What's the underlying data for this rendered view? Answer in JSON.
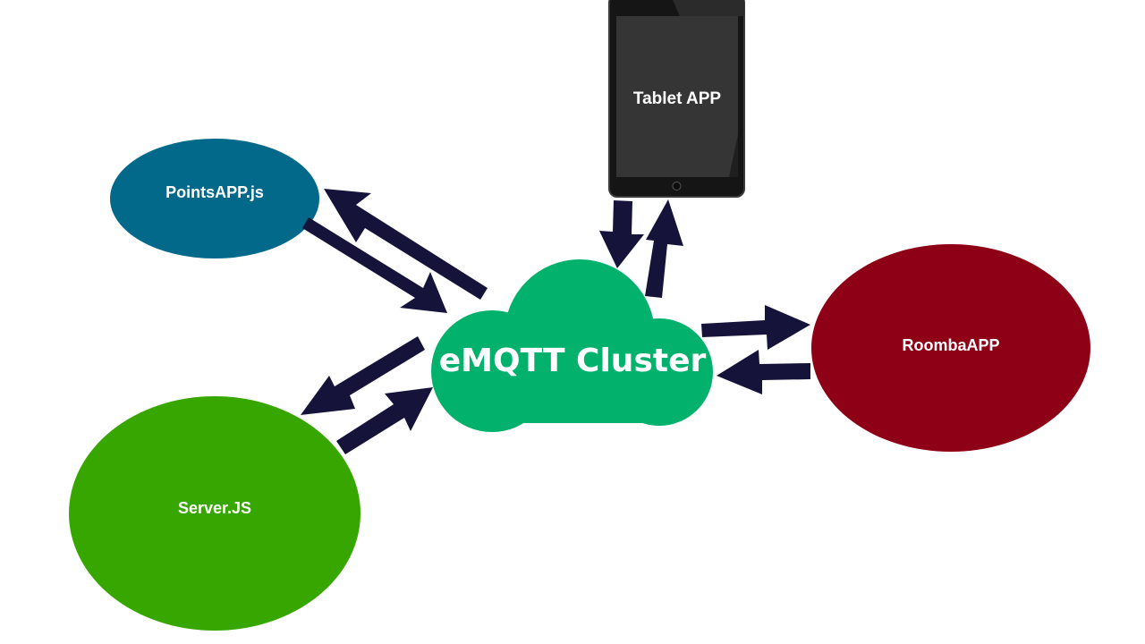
{
  "nodes": {
    "cloud": {
      "label": "eMQTT Cluster",
      "color": "#02B26C"
    },
    "tablet": {
      "label": "Tablet APP",
      "color": "#333333"
    },
    "points": {
      "label": "PointsAPP.js",
      "color": "#03698A"
    },
    "roomba": {
      "label": "RoombaAPP",
      "color": "#8D0015"
    },
    "server": {
      "label": "Server.JS",
      "color": "#37A700"
    }
  },
  "arrow_color": "#16133A"
}
